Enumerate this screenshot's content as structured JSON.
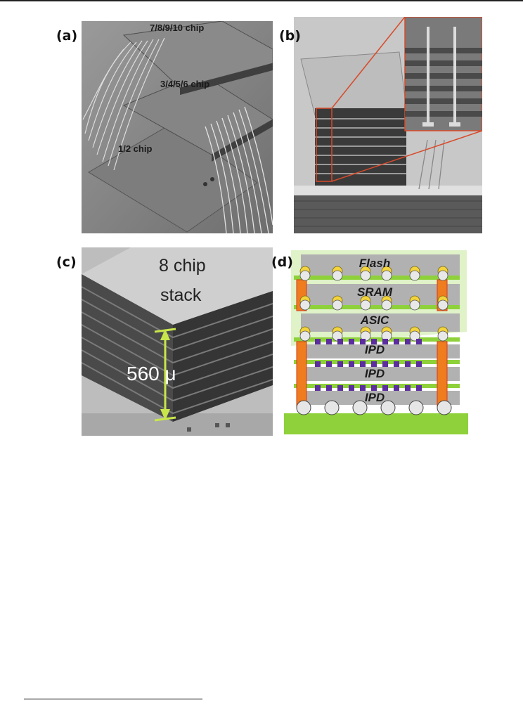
{
  "figure": {
    "panels": [
      {
        "label": "(a)",
        "annotations": [
          "7/8/9/10 chip",
          "3/4/5/6 chip",
          "1/2 chip"
        ]
      },
      {
        "label": "(b)",
        "annotations": []
      },
      {
        "label": "(c)",
        "annotations": [
          "8 chip",
          "stack",
          "560 μ"
        ]
      },
      {
        "label": "(d)",
        "layers": [
          "Flash",
          "SRAM",
          "ASIC",
          "IPD",
          "IPD",
          "IPD"
        ]
      }
    ]
  }
}
